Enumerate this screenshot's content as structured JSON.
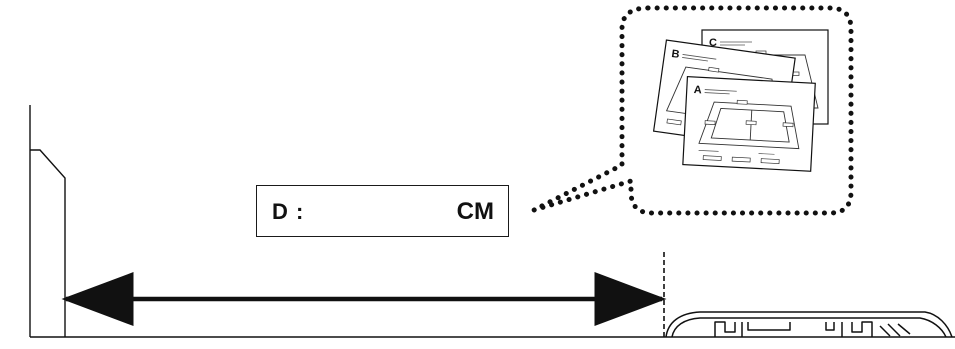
{
  "measure_box": {
    "label": "D :",
    "unit": "CM"
  },
  "callout": {
    "sheets": [
      {
        "letter": "C"
      },
      {
        "letter": "B"
      },
      {
        "letter": "A"
      }
    ]
  }
}
